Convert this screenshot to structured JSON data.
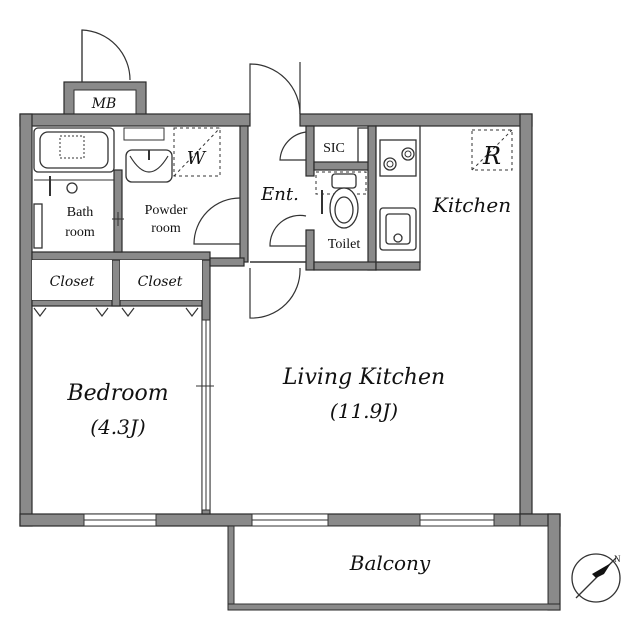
{
  "rooms": {
    "mb": "MB",
    "w": "W",
    "sic": "SIC",
    "r": "R",
    "kitchen": "Kitchen",
    "bath_line1": "Bath",
    "bath_line2": "room",
    "powder_line1": "Powder",
    "powder_line2": "room",
    "entrance": "Ent.",
    "toilet": "Toilet",
    "closet_left": "Closet",
    "closet_right": "Closet",
    "bedroom": "Bedroom",
    "bedroom_size": "(4.3J)",
    "living": "Living Kitchen",
    "living_size": "(11.9J)",
    "balcony": "Balcony"
  },
  "compass": {
    "label": "N"
  }
}
